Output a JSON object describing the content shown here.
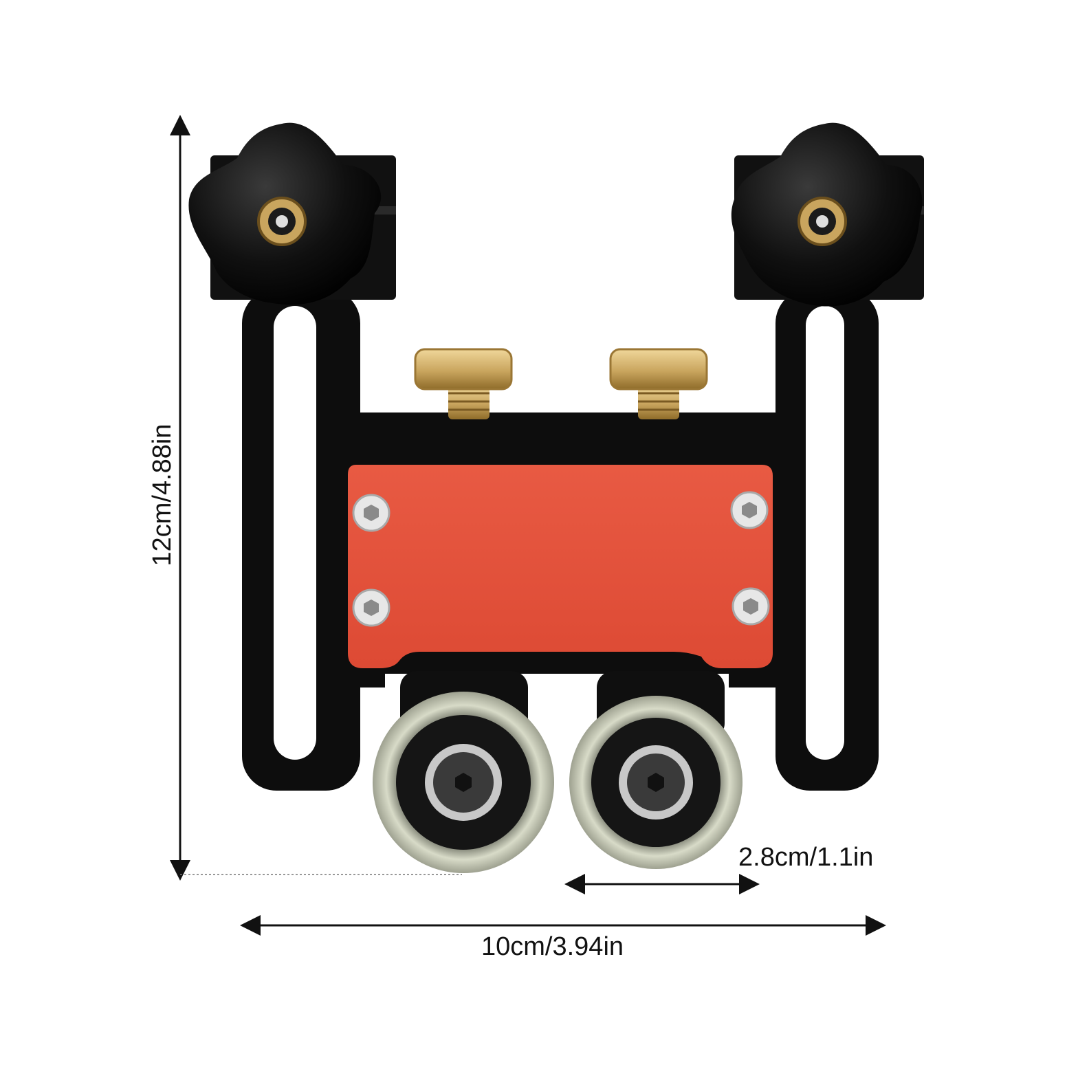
{
  "product": {
    "name": "",
    "colors": {
      "frame": "#0d0d0d",
      "plate": "#e5523c",
      "brass": "#d2b06a",
      "wheel": "#cfd2bd",
      "background": "#ffffff"
    }
  },
  "dimensions": {
    "height_label": "12cm/4.88in",
    "width_label": "10cm/3.94in",
    "wheel_label": "2.8cm/1.1in"
  }
}
